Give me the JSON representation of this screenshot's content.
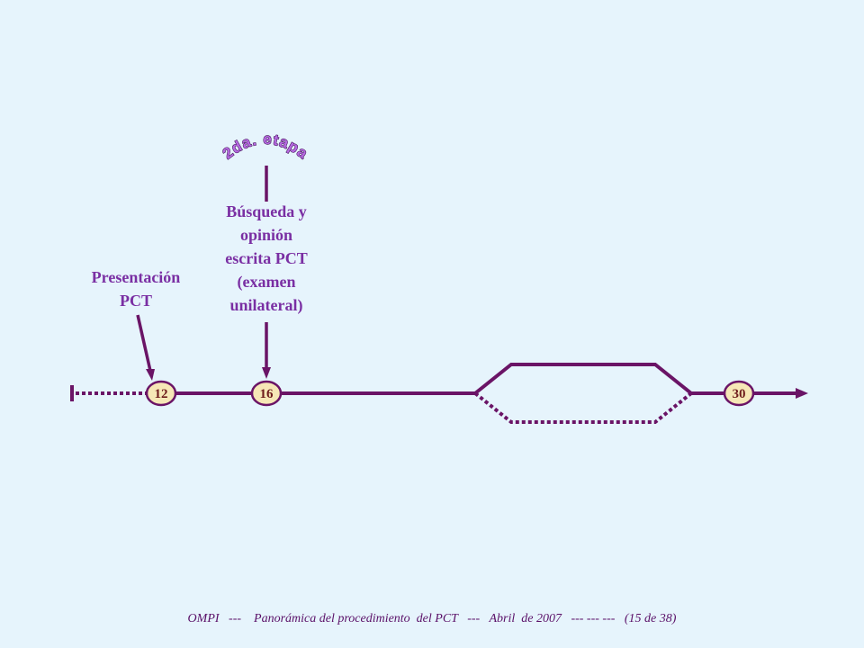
{
  "stage_banner": "2da. etapa",
  "labels": {
    "presentacion": "Presentación\nPCT",
    "busqueda": "Búsqueda y\nopinión\nescrita PCT\n(examen\nunilateral)"
  },
  "nodes": [
    {
      "id": "node-12",
      "text": "12"
    },
    {
      "id": "node-16",
      "text": "16"
    },
    {
      "id": "node-30",
      "text": "30"
    }
  ],
  "footer": "OMPI   ---    Panorámica del procedimiento  del PCT   ---   Abril  de 2007   --- --- ---   (15 de 38)",
  "colors": {
    "background": "#e6f4fc",
    "line": "#6a1466",
    "label": "#7a2fa3",
    "node_fill": "#f6e7b6",
    "node_text": "#6e1c1c",
    "stage_fill": "#b56ae0"
  }
}
